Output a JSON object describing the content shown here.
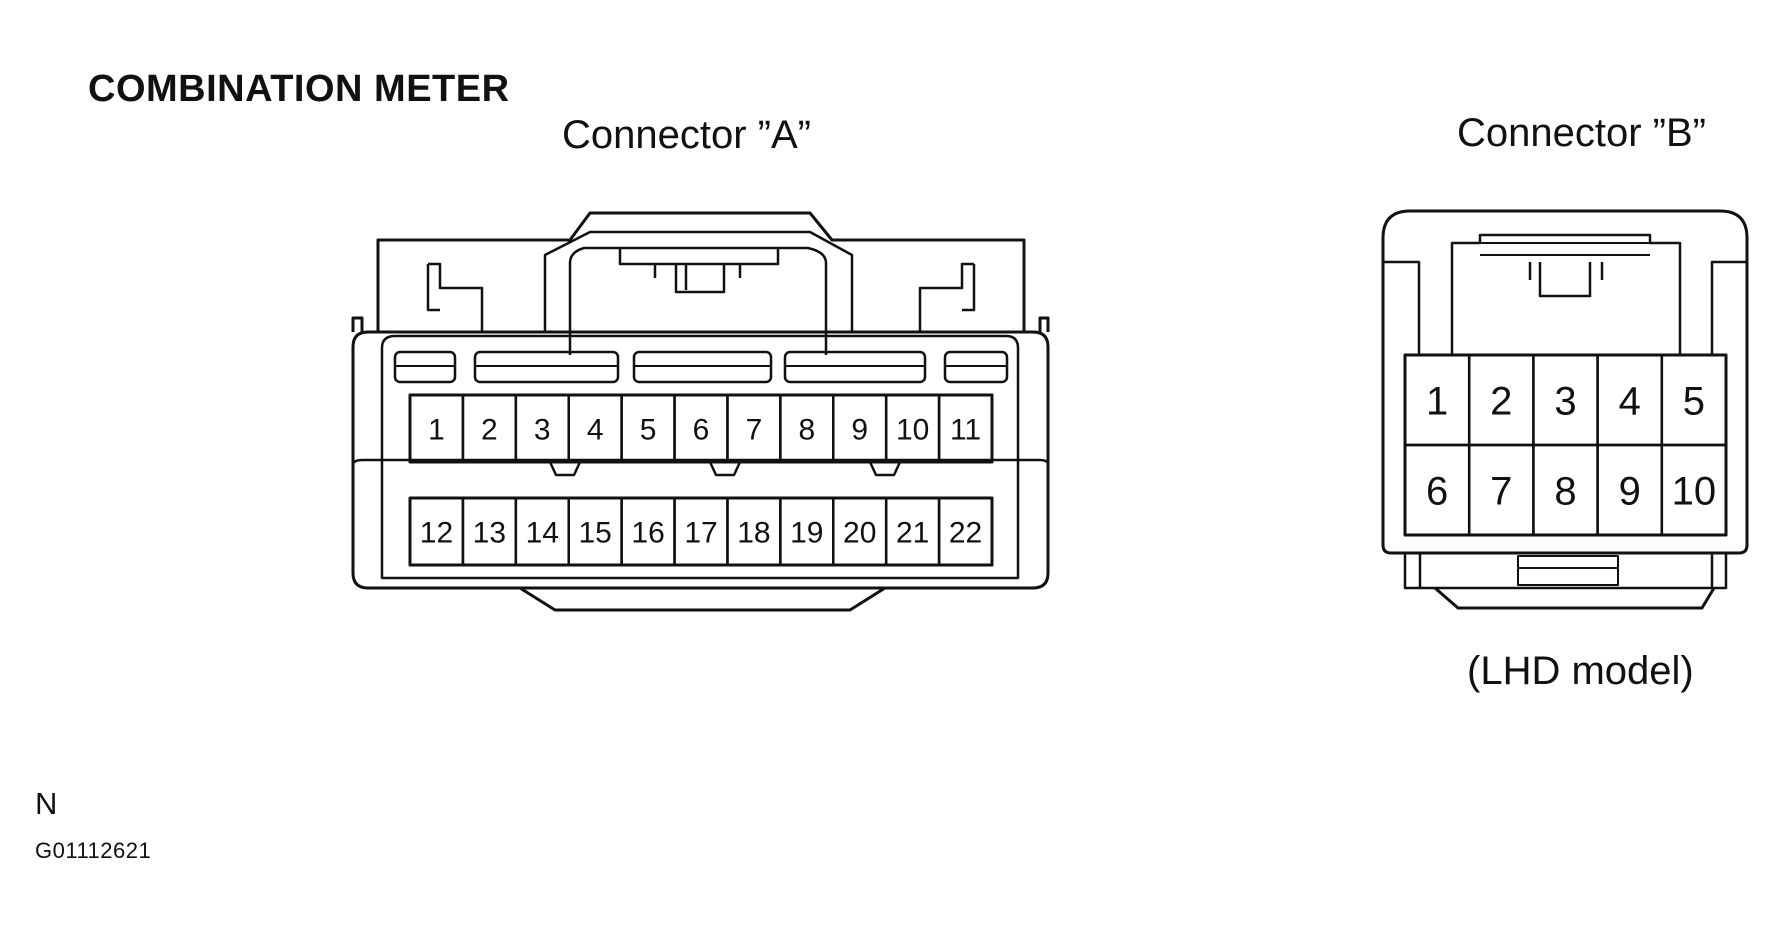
{
  "title": "COMBINATION METER",
  "connector_a": {
    "caption": "Connector ”A”",
    "top_row": [
      "1",
      "2",
      "3",
      "4",
      "5",
      "6",
      "7",
      "8",
      "9",
      "10",
      "11"
    ],
    "bottom_row": [
      "12",
      "13",
      "14",
      "15",
      "16",
      "17",
      "18",
      "19",
      "20",
      "21",
      "22"
    ]
  },
  "connector_b": {
    "caption": "Connector ”B”",
    "top_row": [
      "1",
      "2",
      "3",
      "4",
      "5"
    ],
    "bottom_row": [
      "6",
      "7",
      "8",
      "9",
      "10"
    ],
    "note": "(LHD model)"
  },
  "footer": {
    "letter": "N",
    "code": "G01112621"
  },
  "colors": {
    "line": "#111111",
    "background": "#ffffff"
  }
}
